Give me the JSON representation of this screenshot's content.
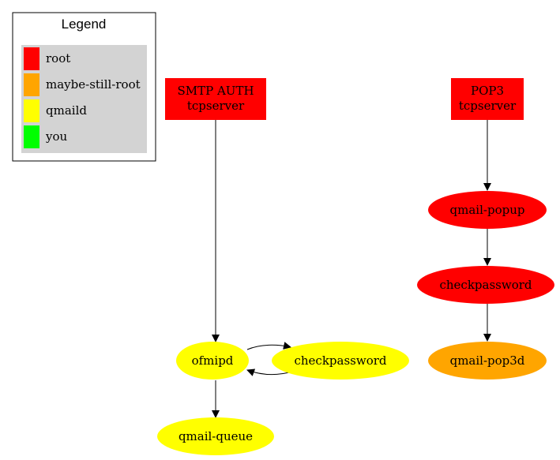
{
  "legend": {
    "title": "Legend",
    "items": [
      {
        "label": "root",
        "color": "#ff0000"
      },
      {
        "label": "maybe-still-root",
        "color": "#ffa500"
      },
      {
        "label": "qmaild",
        "color": "#ffff00"
      },
      {
        "label": "you",
        "color": "#00ff00"
      }
    ]
  },
  "nodes": {
    "smtp_auth": {
      "line1": "SMTP AUTH",
      "line2": "tcpserver",
      "color": "#ff0000"
    },
    "pop3": {
      "line1": "POP3",
      "line2": "tcpserver",
      "color": "#ff0000"
    },
    "ofmipd": {
      "label": "ofmipd",
      "color": "#ffff00"
    },
    "checkpassword_smtp": {
      "label": "checkpassword",
      "color": "#ffff00"
    },
    "qmail_queue": {
      "label": "qmail-queue",
      "color": "#ffff00"
    },
    "qmail_popup": {
      "label": "qmail-popup",
      "color": "#ff0000"
    },
    "checkpassword_pop": {
      "label": "checkpassword",
      "color": "#ff0000"
    },
    "qmail_pop3d": {
      "label": "qmail-pop3d",
      "color": "#ffa500"
    }
  },
  "edges": [
    {
      "from": "smtp_auth",
      "to": "ofmipd"
    },
    {
      "from": "ofmipd",
      "to": "checkpassword_smtp"
    },
    {
      "from": "checkpassword_smtp",
      "to": "ofmipd"
    },
    {
      "from": "ofmipd",
      "to": "qmail_queue"
    },
    {
      "from": "pop3",
      "to": "qmail_popup"
    },
    {
      "from": "qmail_popup",
      "to": "checkpassword_pop"
    },
    {
      "from": "checkpassword_pop",
      "to": "qmail_pop3d"
    }
  ]
}
